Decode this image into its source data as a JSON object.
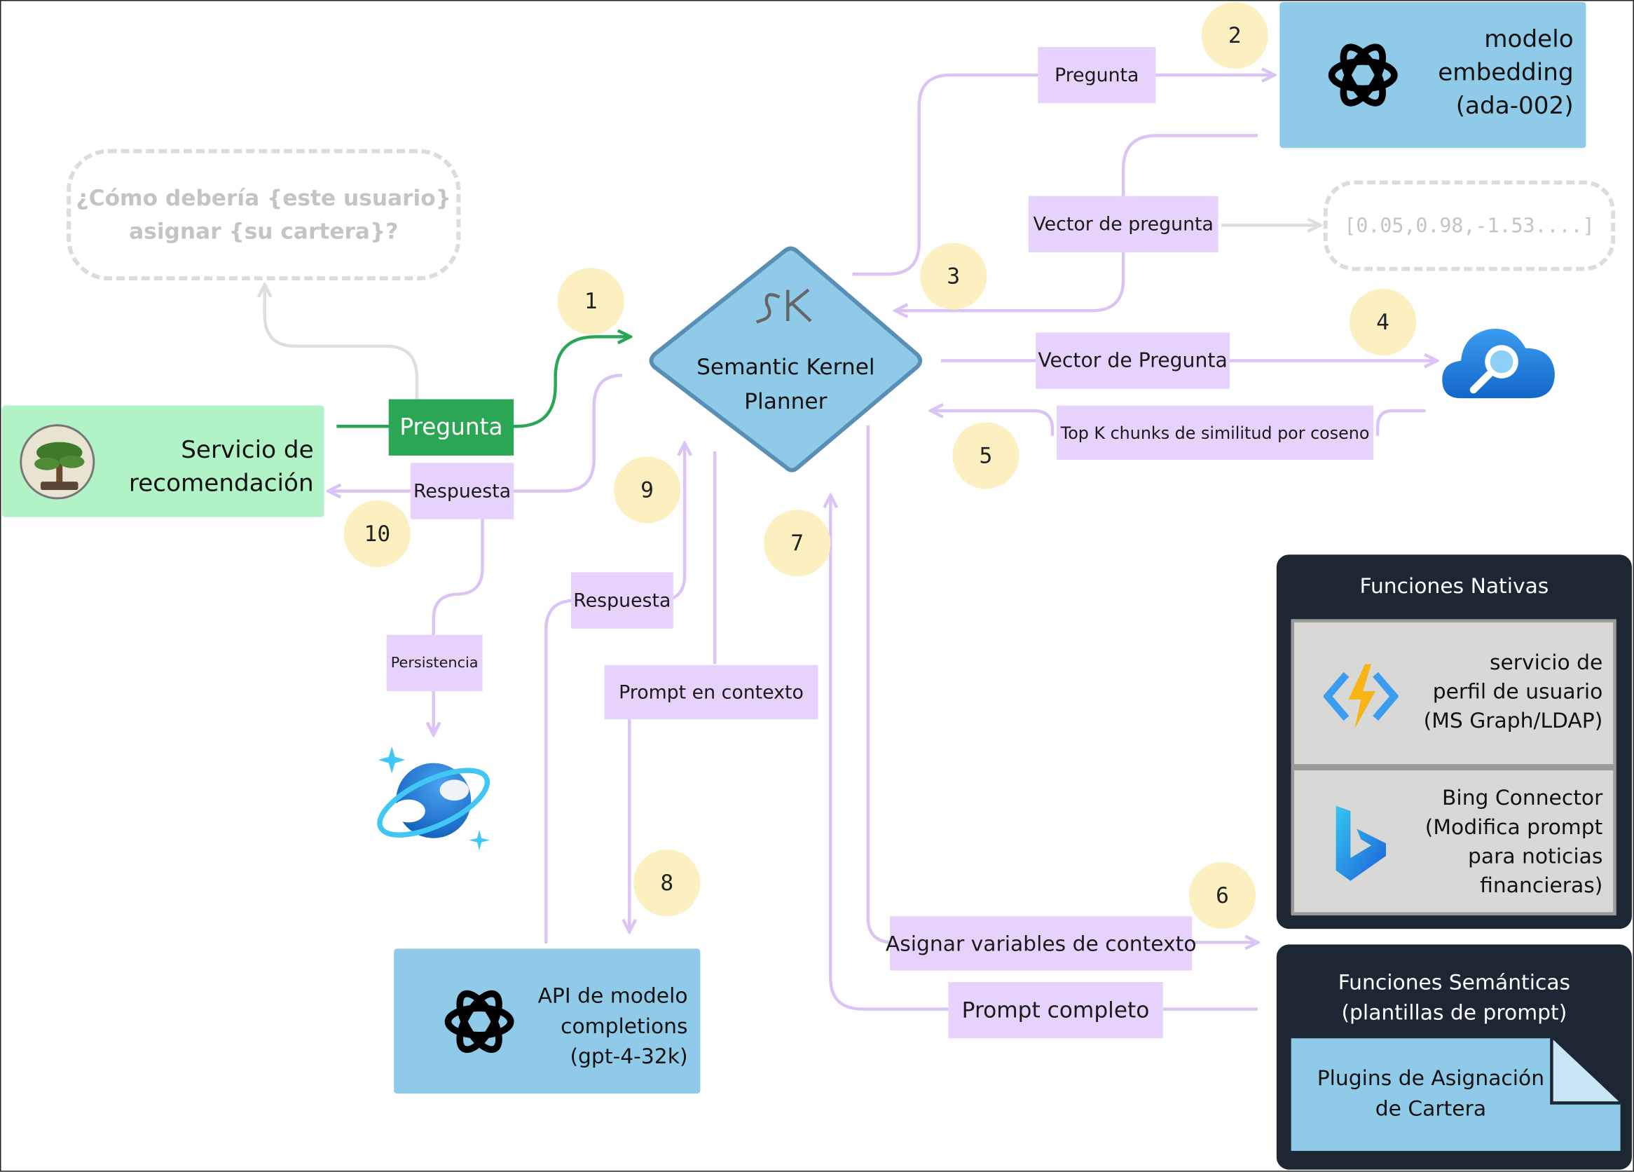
{
  "question_bubble": {
    "line1": "¿Cómo debería {este usuario}",
    "line2": "asignar {su cartera}?"
  },
  "recommendation_service": {
    "line1": "Servicio de",
    "line2": "recomendación"
  },
  "planner": {
    "logo": "SK",
    "line1": "Semantic Kernel",
    "line2": "Planner"
  },
  "embedding_model": {
    "line1": "modelo",
    "line2": "embedding",
    "line3": "(ada-002)"
  },
  "vector_output": "[0.05,0.98,-1.53....]",
  "completions_model": {
    "line1": "API de modelo",
    "line2": "completions",
    "line3": "(gpt-4-32k)"
  },
  "labels": {
    "pregunta_green": "Pregunta",
    "respuesta_left": "Respuesta",
    "persistencia": "Persistencia",
    "pregunta_top": "Pregunta",
    "vector_pregunta": "Vector de pregunta",
    "vector_pregunta_search": "Vector de Pregunta",
    "top_k": "Top K chunks de similitud por coseno",
    "respuesta_mid": "Respuesta",
    "prompt_contexto": "Prompt en contexto",
    "asignar_variables": "Asignar variables de contexto",
    "prompt_completo": "Prompt completo"
  },
  "steps": [
    "1",
    "2",
    "3",
    "4",
    "5",
    "6",
    "7",
    "8",
    "9",
    "10"
  ],
  "native_functions": {
    "title": "Funciones Nativas",
    "item1": {
      "line1": "servicio de",
      "line2": "perfil de usuario",
      "line3": "(MS Graph/LDAP)"
    },
    "item2": {
      "line1": "Bing Connector",
      "line2": "(Modifica prompt",
      "line3": "para noticias",
      "line4": "financieras)"
    }
  },
  "semantic_functions": {
    "title_line1": "Funciones Semánticas",
    "title_line2": "(plantillas de prompt)",
    "plugin": {
      "line1": "Plugins de Asignación",
      "line2": "de Cartera"
    }
  },
  "icons": [
    "openai-icon",
    "azure-search-icon",
    "cosmos-db-icon",
    "azure-functions-icon",
    "bing-icon",
    "bonsai-logo-icon",
    "sk-logo-icon"
  ],
  "colors": {
    "label_purple": "#e6d2fa",
    "connector_purple": "#dcc3f5",
    "green": "#2aa655",
    "model_blue": "#8fcbe8",
    "step_yellow": "#fcefc0",
    "dark_panel": "#1c2733"
  }
}
